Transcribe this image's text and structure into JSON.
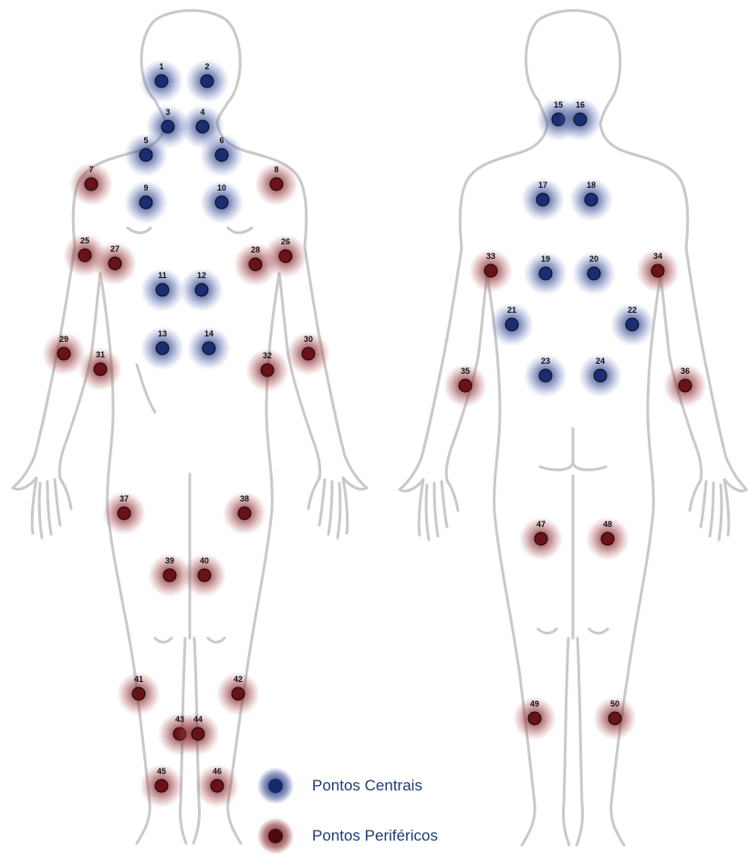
{
  "colors": {
    "central": "#1a2d73",
    "central_glow": "#4a5ea8",
    "peripheral": "#6a1218",
    "peripheral_glow": "#a33a40",
    "outline": "#c9c9c9"
  },
  "legend": {
    "central_label": "Pontos Centrais",
    "peripheral_label": "Pontos Periféricos"
  },
  "points": {
    "front_central": [
      "1",
      "2",
      "3",
      "4",
      "5",
      "6",
      "9",
      "10",
      "11",
      "12",
      "13",
      "14"
    ],
    "front_peripheral": [
      "7",
      "8",
      "25",
      "27",
      "28",
      "26",
      "29",
      "31",
      "32",
      "30",
      "37",
      "38",
      "39",
      "40",
      "41",
      "42",
      "43",
      "44",
      "45",
      "46"
    ],
    "back_central": [
      "15",
      "16",
      "17",
      "18",
      "19",
      "20",
      "21",
      "22",
      "23",
      "24"
    ],
    "back_peripheral": [
      "33",
      "34",
      "35",
      "36",
      "47",
      "48",
      "49",
      "50"
    ]
  }
}
